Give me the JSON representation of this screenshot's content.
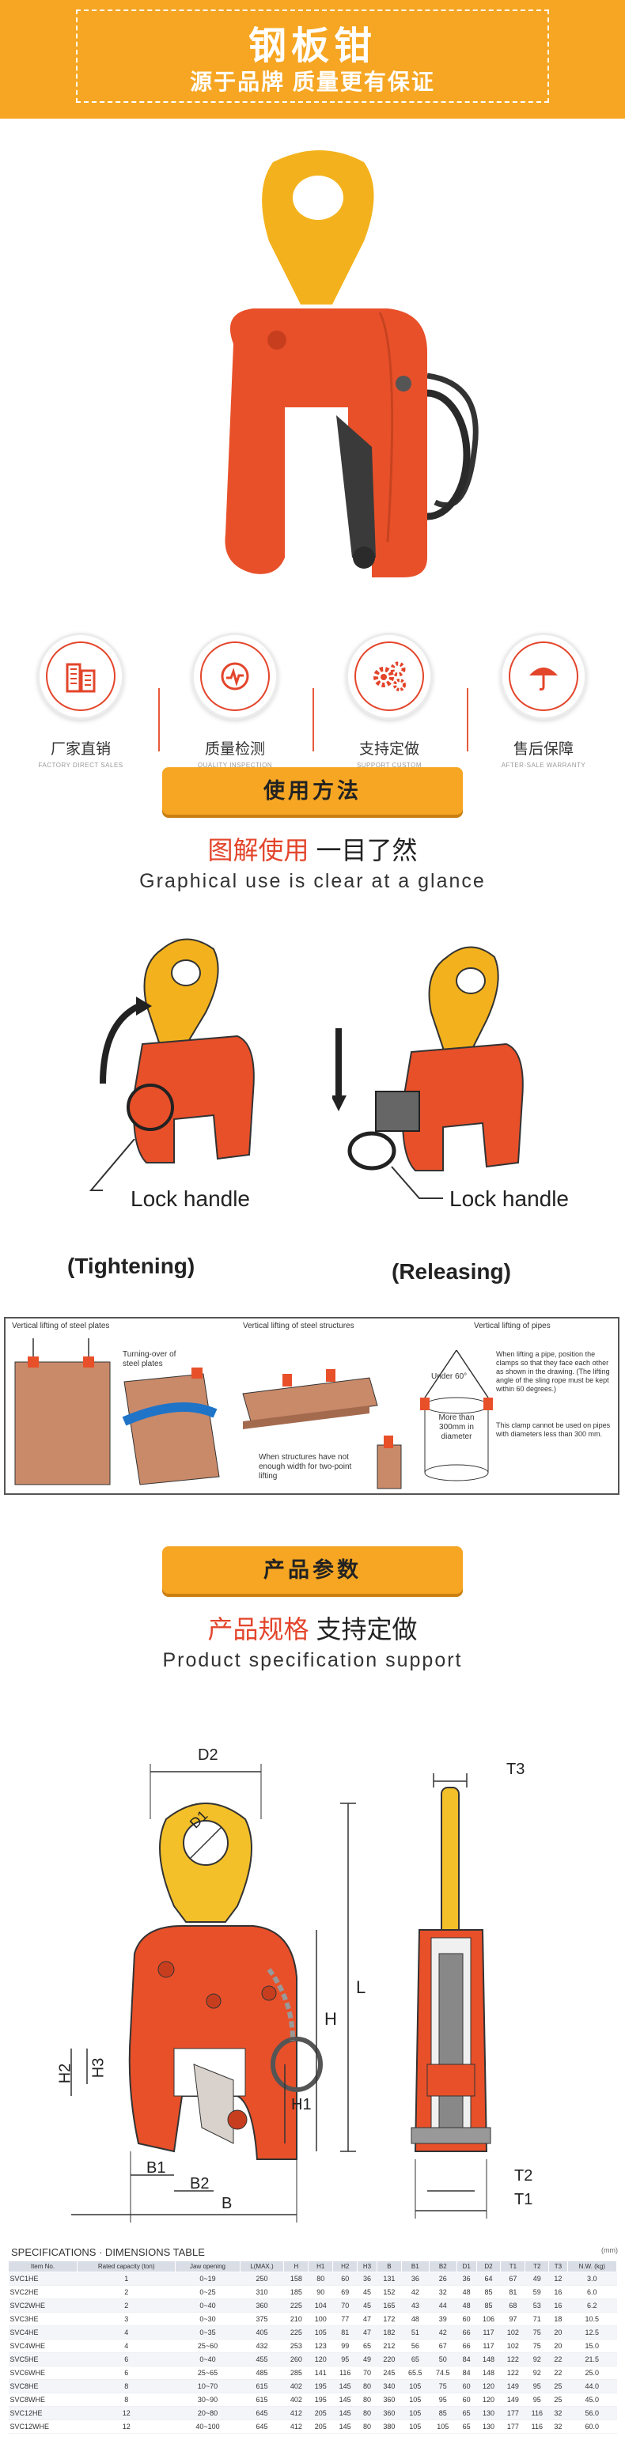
{
  "header": {
    "title": "钢板钳",
    "subtitle": "源于品牌 质量更有保证"
  },
  "features": [
    {
      "cn": "厂家直销",
      "en": "FACTORY DIRECT SALES",
      "icon": "building-icon"
    },
    {
      "cn": "质量检测",
      "en": "QUALITY INSPECTION",
      "icon": "quality-check-icon"
    },
    {
      "cn": "支持定做",
      "en": "SUPPORT CUSTOM",
      "icon": "gears-icon"
    },
    {
      "cn": "售后保障",
      "en": "AFTER-SALE WARRANTY",
      "icon": "umbrella-icon"
    }
  ],
  "usage": {
    "banner": "使用方法",
    "title_red": "图解使用",
    "title_black": "一目了然",
    "title_en": "Graphical use is clear at a glance",
    "lock_handle_left": "Lock handle",
    "lock_handle_right": "Lock handle",
    "tightening": "(Tightening)",
    "releasing": "(Releasing)"
  },
  "lifting": {
    "vertical_plates": "Vertical lifting of steel plates",
    "turning_over": "Turning-over of steel plates",
    "vertical_structures": "Vertical lifting of steel structures",
    "not_wide": "When structures have not enough width for two-point lifting",
    "vertical_pipes": "Vertical lifting of pipes",
    "under_60": "Under 60°",
    "more_than": "More than 300mm in diameter",
    "pipe_note1": "When lifting a pipe, position the clamps so that they face each other as shown in the drawing. (The lifting angle of the sling rope must be kept within 60 degrees.)",
    "pipe_note2": "This clamp cannot be used on pipes with diameters less than 300 mm."
  },
  "spec_section": {
    "banner": "产品参数",
    "title_red": "产品规格",
    "title_black": "支持定做",
    "title_en": "Product specification support"
  },
  "dimension_labels": {
    "D2": "D2",
    "D1": "D1",
    "T3": "T3",
    "L": "L",
    "H": "H",
    "H1": "H1",
    "H2": "H2",
    "H3": "H3",
    "B1": "B1",
    "B2": "B2",
    "B": "B",
    "T2": "T2",
    "T1": "T1"
  },
  "table": {
    "title": "SPECIFICATIONS · DIMENSIONS TABLE",
    "unit": "(mm)",
    "headers": [
      "Item No.",
      "Rated capacity (ton)",
      "Jaw opening",
      "L(MAX.)",
      "H",
      "H1",
      "H2",
      "H3",
      "B",
      "B1",
      "B2",
      "D1",
      "D2",
      "T1",
      "T2",
      "T3",
      "N.W. (kg)"
    ],
    "rows": [
      [
        "SVC1HE",
        "1",
        "0~19",
        "250",
        "158",
        "80",
        "60",
        "36",
        "131",
        "36",
        "26",
        "36",
        "64",
        "67",
        "49",
        "12",
        "3.0"
      ],
      [
        "SVC2HE",
        "2",
        "0~25",
        "310",
        "185",
        "90",
        "69",
        "45",
        "152",
        "42",
        "32",
        "48",
        "85",
        "81",
        "59",
        "16",
        "6.0"
      ],
      [
        "SVC2WHE",
        "2",
        "0~40",
        "360",
        "225",
        "104",
        "70",
        "45",
        "165",
        "43",
        "44",
        "48",
        "85",
        "68",
        "53",
        "16",
        "6.2"
      ],
      [
        "SVC3HE",
        "3",
        "0~30",
        "375",
        "210",
        "100",
        "77",
        "47",
        "172",
        "48",
        "39",
        "60",
        "106",
        "97",
        "71",
        "18",
        "10.5"
      ],
      [
        "SVC4HE",
        "4",
        "0~35",
        "405",
        "225",
        "105",
        "81",
        "47",
        "182",
        "51",
        "42",
        "66",
        "117",
        "102",
        "75",
        "20",
        "12.5"
      ],
      [
        "SVC4WHE",
        "4",
        "25~60",
        "432",
        "253",
        "123",
        "99",
        "65",
        "212",
        "56",
        "67",
        "66",
        "117",
        "102",
        "75",
        "20",
        "15.0"
      ],
      [
        "SVC5HE",
        "6",
        "0~40",
        "455",
        "260",
        "120",
        "95",
        "49",
        "220",
        "65",
        "50",
        "84",
        "148",
        "122",
        "92",
        "22",
        "21.5"
      ],
      [
        "SVC6WHE",
        "6",
        "25~65",
        "485",
        "285",
        "141",
        "116",
        "70",
        "245",
        "65.5",
        "74.5",
        "84",
        "148",
        "122",
        "92",
        "22",
        "25.0"
      ],
      [
        "SVC8HE",
        "8",
        "10~70",
        "615",
        "402",
        "195",
        "145",
        "80",
        "340",
        "105",
        "75",
        "60",
        "120",
        "149",
        "95",
        "25",
        "44.0"
      ],
      [
        "SVC8WHE",
        "8",
        "30~90",
        "615",
        "402",
        "195",
        "145",
        "80",
        "360",
        "105",
        "95",
        "60",
        "120",
        "149",
        "95",
        "25",
        "45.0"
      ],
      [
        "SVC12HE",
        "12",
        "20~80",
        "645",
        "412",
        "205",
        "145",
        "80",
        "360",
        "105",
        "85",
        "65",
        "130",
        "177",
        "116",
        "32",
        "56.0"
      ],
      [
        "SVC12WHE",
        "12",
        "40~100",
        "645",
        "412",
        "205",
        "145",
        "80",
        "380",
        "105",
        "105",
        "65",
        "130",
        "177",
        "116",
        "32",
        "60.0"
      ]
    ]
  }
}
